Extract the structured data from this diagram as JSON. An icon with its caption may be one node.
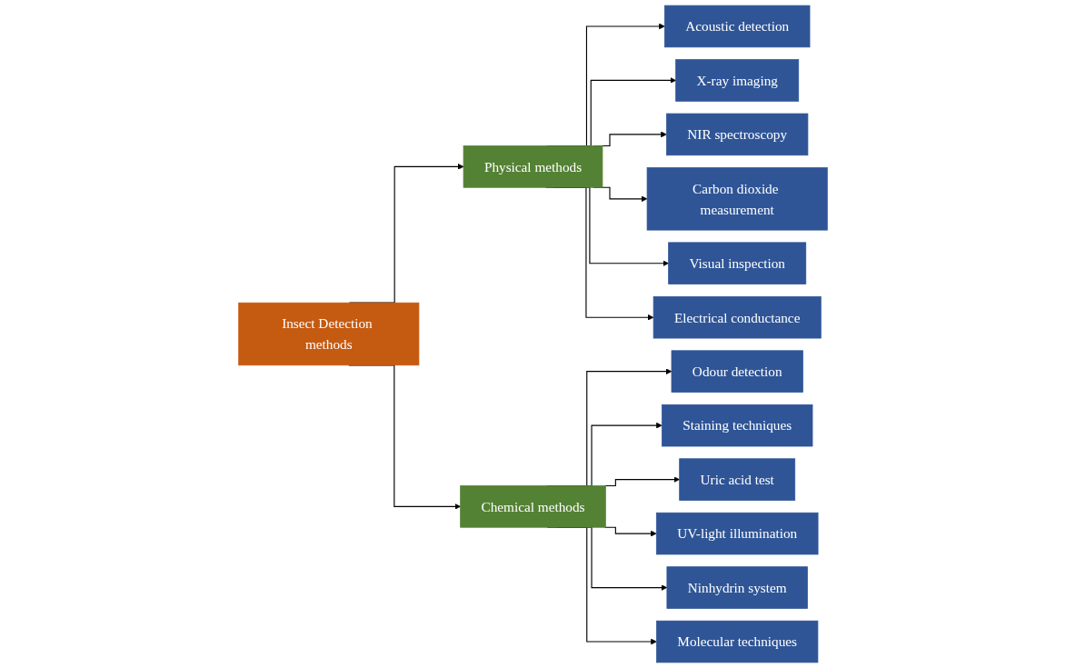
{
  "diagram": {
    "nodes": [
      {
        "text": [
          "Insect Detection methods"
        ]
      },
      {
        "text": [
          "Physical methods"
        ]
      },
      {
        "text": [
          "Chemical methods"
        ]
      },
      {
        "text": [
          "Acoustic detection"
        ]
      },
      {
        "text": [
          "X-ray imaging"
        ]
      },
      {
        "text": [
          "NIR spectroscopy"
        ]
      },
      {
        "text": [
          "Carbon dioxide measurement"
        ]
      },
      {
        "text": [
          "Visual inspection"
        ]
      },
      {
        "text": [
          "Electrical conductance"
        ]
      },
      {
        "text": [
          "Odour detection"
        ]
      },
      {
        "text": [
          "Staining techniques"
        ]
      },
      {
        "text": [
          "Uric acid test"
        ]
      },
      {
        "text": [
          "UV-light illumination"
        ]
      },
      {
        "text": [
          "Ninhydrin system"
        ]
      },
      {
        "text": [
          "Molecular techniques"
        ]
      }
    ],
    "edges": [
      {
        "from": 0,
        "to": 1,
        "arrow": "to"
      },
      {
        "from": 0,
        "to": 2,
        "arrow": "to"
      },
      {
        "from": 1,
        "to": 3,
        "arrow": "to"
      },
      {
        "from": 1,
        "to": 4,
        "arrow": "to"
      },
      {
        "from": 1,
        "to": 5,
        "arrow": "to"
      },
      {
        "from": 1,
        "to": 6,
        "arrow": "to"
      },
      {
        "from": 1,
        "to": 7,
        "arrow": "to"
      },
      {
        "from": 1,
        "to": 8,
        "arrow": "to"
      },
      {
        "from": 2,
        "to": 9,
        "arrow": "to"
      },
      {
        "from": 2,
        "to": 10,
        "arrow": "to"
      },
      {
        "from": 2,
        "to": 11,
        "arrow": "to"
      },
      {
        "from": 2,
        "to": 12,
        "arrow": "to"
      },
      {
        "from": 2,
        "to": 13,
        "arrow": "to"
      },
      {
        "from": 2,
        "to": 14,
        "arrow": "to"
      }
    ]
  }
}
